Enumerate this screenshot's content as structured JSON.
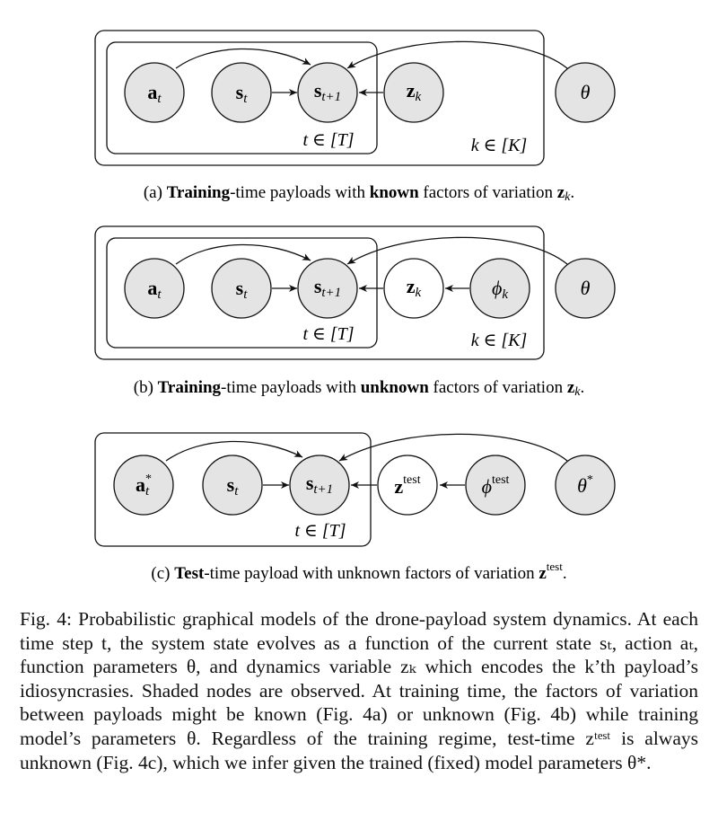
{
  "panels": [
    {
      "id": "a",
      "inner_plate_label": "t ∈ [T]",
      "outer_plate_label": "k ∈ [K]",
      "caption": {
        "prefix": "(a) ",
        "bold1": "Training",
        "mid": "-time payloads with ",
        "bold2": "known",
        "suffix": " factors of variation ",
        "math": "z",
        "sub": "k",
        "end": "."
      },
      "nodes": {
        "a": "a",
        "s": "s",
        "snext": "s",
        "z": "z",
        "theta": "θ"
      }
    },
    {
      "id": "b",
      "inner_plate_label": "t ∈ [T]",
      "outer_plate_label": "k ∈ [K]",
      "caption": {
        "prefix": "(b) ",
        "bold1": "Training",
        "mid": "-time payloads with ",
        "bold2": "unknown",
        "suffix": " factors of variation ",
        "math": "z",
        "sub": "k",
        "end": "."
      },
      "nodes": {
        "a": "a",
        "s": "s",
        "snext": "s",
        "z": "z",
        "phi": "ϕ",
        "theta": "θ"
      }
    },
    {
      "id": "c",
      "inner_plate_label": "t ∈ [T]",
      "caption": {
        "prefix": "(c) ",
        "bold1": "Test",
        "mid": "-time payload with unknown factors of variation ",
        "math": "z",
        "sup": "test",
        "end": "."
      },
      "nodes": {
        "a": "a",
        "a_sup": "*",
        "s": "s",
        "snext": "s",
        "z": "z",
        "z_sup": "test",
        "phi": "ϕ",
        "phi_sup": "test",
        "theta": "θ",
        "theta_sup": "*"
      }
    }
  ],
  "subscripts": {
    "t": "t",
    "tplus1": "t+1",
    "k": "k"
  },
  "figure_caption": {
    "label": "Fig. 4:",
    "text": "Probabilistic graphical models of the drone-payload system dynamics. At each time step t, the system state evolves as a function of the current state sₜ, action aₜ, function parameters θ, and dynamics variable zₖ which encodes the k’th payload’s idiosyncrasies. Shaded nodes are observed. At training time, the factors of variation between payloads might be known (Fig. 4a) or unknown (Fig. 4b) while training model’s parameters θ. Regardless of the training regime, test-time zᵗᵉˢᵗ is always unknown (Fig. 4c), which we infer given the trained (fixed) model parameters θ*."
  },
  "colors": {
    "shaded": "#e4e4e4",
    "stroke": "#111111"
  }
}
